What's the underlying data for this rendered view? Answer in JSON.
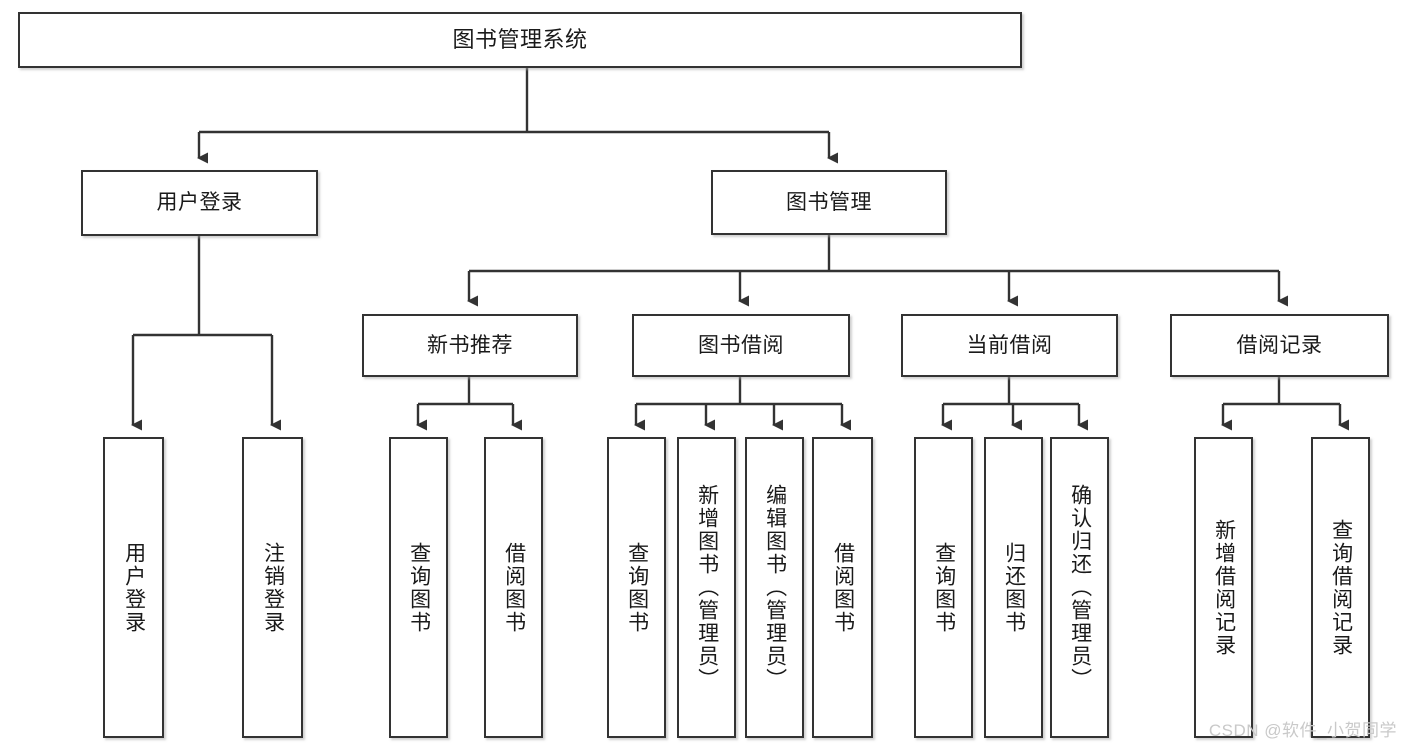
{
  "diagram": {
    "type": "tree-hierarchy-flowchart",
    "title": "图书管理系统",
    "orientation": "top-down",
    "stroke_color": "#333333",
    "node_fill": "#ffffff",
    "text_color": "#1a1a1a",
    "levels": 4
  },
  "nodes": {
    "root": {
      "label": "图书管理系统"
    },
    "level1": [
      {
        "id": "user-login",
        "label": "用户登录"
      },
      {
        "id": "book-manage",
        "label": "图书管理"
      }
    ],
    "level2": [
      {
        "id": "new-book-recommend",
        "label": "新书推荐"
      },
      {
        "id": "book-borrow",
        "label": "图书借阅"
      },
      {
        "id": "current-borrow",
        "label": "当前借阅"
      },
      {
        "id": "borrow-record",
        "label": "借阅记录"
      }
    ],
    "leaves": {
      "user_login": [
        {
          "id": "leaf-user-login",
          "label": "用户登录"
        },
        {
          "id": "leaf-logout-login",
          "label": "注销登录"
        }
      ],
      "new_book_recommend": [
        {
          "id": "leaf-query-book-1",
          "label": "查询图书"
        },
        {
          "id": "leaf-borrow-book-1",
          "label": "借阅图书"
        }
      ],
      "book_borrow": [
        {
          "id": "leaf-query-book-2",
          "label": "查询图书"
        },
        {
          "id": "leaf-add-book-admin",
          "label": "新增图书（管理员）"
        },
        {
          "id": "leaf-edit-book-admin",
          "label": "编辑图书（管理员）"
        },
        {
          "id": "leaf-borrow-book-2",
          "label": "借阅图书"
        }
      ],
      "current_borrow": [
        {
          "id": "leaf-query-book-3",
          "label": "查询图书"
        },
        {
          "id": "leaf-return-book",
          "label": "归还图书"
        },
        {
          "id": "leaf-confirm-return-admin",
          "label": "确认归还（管理员）"
        }
      ],
      "borrow_record": [
        {
          "id": "leaf-add-borrow-record",
          "label": "新增借阅记录"
        },
        {
          "id": "leaf-query-borrow-record",
          "label": "查询借阅记录"
        }
      ]
    }
  },
  "watermark": {
    "text": "CSDN @软件_小贺同学"
  }
}
